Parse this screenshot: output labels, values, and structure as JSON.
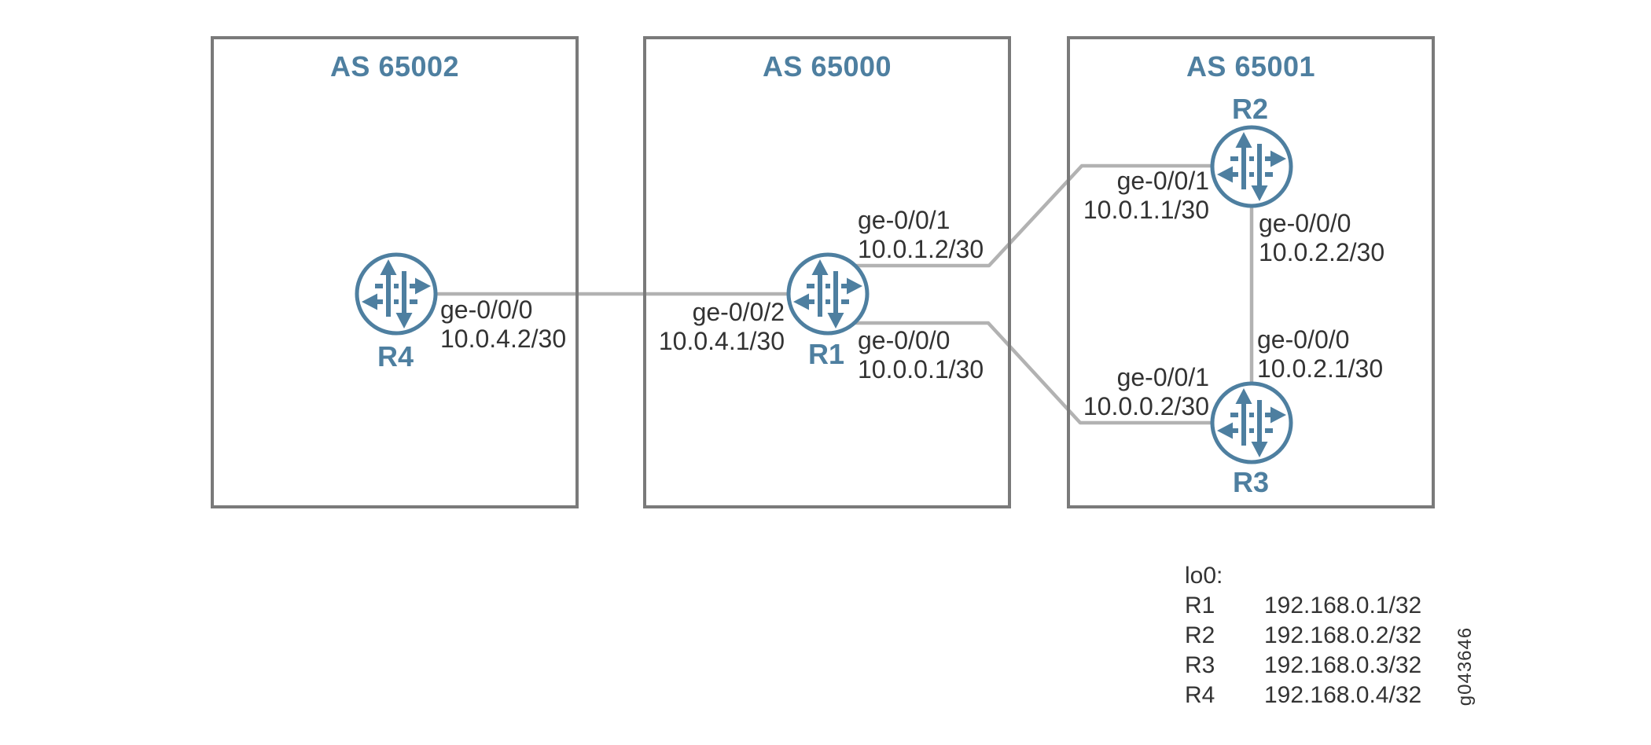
{
  "diagram": {
    "title_hint": "BGP topology with three autonomous systems",
    "as_boxes": [
      {
        "id": "as65002",
        "label": "AS 65002"
      },
      {
        "id": "as65000",
        "label": "AS 65000"
      },
      {
        "id": "as65001",
        "label": "AS 65001"
      }
    ],
    "routers": [
      {
        "id": "r1",
        "name": "R1"
      },
      {
        "id": "r2",
        "name": "R2"
      },
      {
        "id": "r3",
        "name": "R3"
      },
      {
        "id": "r4",
        "name": "R4"
      }
    ],
    "interface_labels": [
      {
        "router": "R4",
        "interface": "ge-0/0/0",
        "ip": "10.0.4.2/30"
      },
      {
        "router": "R1",
        "interface": "ge-0/0/2",
        "ip": "10.0.4.1/30"
      },
      {
        "router": "R1",
        "interface": "ge-0/0/1",
        "ip": "10.0.1.2/30"
      },
      {
        "router": "R1",
        "interface": "ge-0/0/0",
        "ip": "10.0.0.1/30"
      },
      {
        "router": "R2",
        "interface": "ge-0/0/1",
        "ip": "10.0.1.1/30"
      },
      {
        "router": "R2",
        "interface": "ge-0/0/0",
        "ip": "10.0.2.2/30"
      },
      {
        "router": "R3",
        "interface": "ge-0/0/0",
        "ip": "10.0.2.1/30"
      },
      {
        "router": "R3",
        "interface": "ge-0/0/1",
        "ip": "10.0.0.2/30"
      }
    ],
    "links": [
      {
        "from": "R4",
        "to": "R1"
      },
      {
        "from": "R1",
        "to": "R2"
      },
      {
        "from": "R1",
        "to": "R3"
      },
      {
        "from": "R2",
        "to": "R3"
      }
    ],
    "loopback_table": {
      "title": "lo0:",
      "rows": [
        {
          "router": "R1",
          "address": "192.168.0.1/32"
        },
        {
          "router": "R2",
          "address": "192.168.0.2/32"
        },
        {
          "router": "R3",
          "address": "192.168.0.3/32"
        },
        {
          "router": "R4",
          "address": "192.168.0.4/32"
        }
      ]
    },
    "figure_id": "g043646",
    "colors": {
      "accent_blue": "#4E7FA0",
      "box_border": "#7A7A7A",
      "link_gray": "#B2B2B2",
      "text": "#333333"
    }
  }
}
